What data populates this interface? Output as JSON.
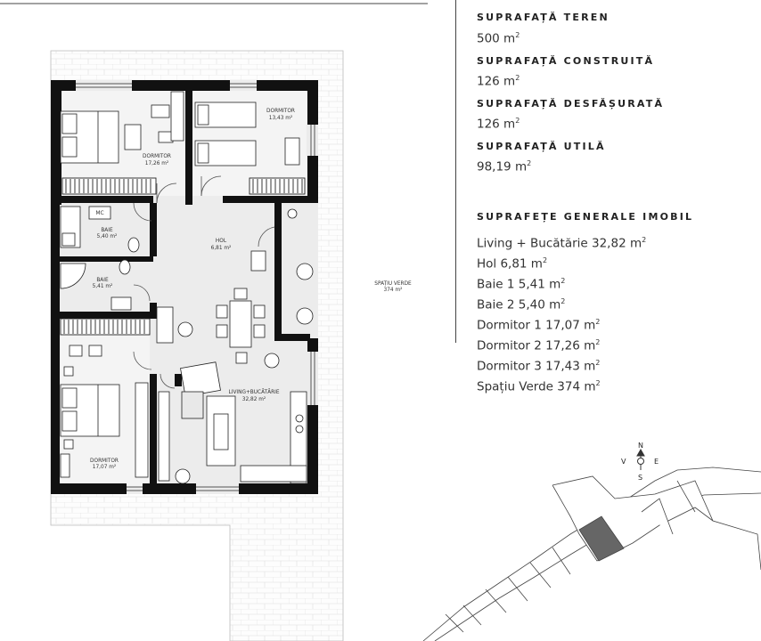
{
  "summary": [
    {
      "label": "SUPRAFAȚĂ TEREN",
      "value": "500 m",
      "unit_sup": "2"
    },
    {
      "label": "SUPRAFAȚĂ CONSTRUITĂ",
      "value": "126 m",
      "unit_sup": "2"
    },
    {
      "label": "SUPRAFAȚĂ DESFĂȘURATĂ",
      "value": "126 m",
      "unit_sup": "2"
    },
    {
      "label": "SUPRAFAȚĂ UTILĂ",
      "value": "98,19 m",
      "unit_sup": "2"
    }
  ],
  "areas_title": "SUPRAFEȚE GENERALE IMOBIL",
  "areas": [
    {
      "text": "Living + Bucătărie 32,82 m",
      "sup": "2"
    },
    {
      "text": "Hol 6,81 m",
      "sup": "2"
    },
    {
      "text": "Baie 1 5,41 m",
      "sup": "2"
    },
    {
      "text": "Baie 2 5,40 m",
      "sup": "2"
    },
    {
      "text": "Dormitor 1  17,07  m",
      "sup": "2"
    },
    {
      "text": "Dormitor 2 17,26  m",
      "sup": "2"
    },
    {
      "text": "Dormitor 3 17,43  m",
      "sup": "2"
    },
    {
      "text": "Spațiu Verde 374 m",
      "sup": "2"
    }
  ],
  "rooms": {
    "dormitor_top_left": {
      "name": "DORMITOR",
      "area": "17,26 m²"
    },
    "dormitor_top_right": {
      "name": "DORMITOR",
      "area": "13,43 m²"
    },
    "baie_1": {
      "name": "BAIE",
      "area": "5,40 m²"
    },
    "baie_2": {
      "name": "BAIE",
      "area": "5,41 m²"
    },
    "hol": {
      "name": "HOL",
      "area": "6,81 m²"
    },
    "dormitor_bottom": {
      "name": "DORMITOR",
      "area": "17,07 m²"
    },
    "living": {
      "name": "LIVING+BUCĂTĂRIE",
      "area": "32,82 m²"
    },
    "spatiu_verde": {
      "name": "SPAȚIU VERDE",
      "area": "374 m²"
    },
    "mc": "MC"
  },
  "compass": {
    "n": "N",
    "s": "S",
    "e": "E",
    "v": "V"
  },
  "colors": {
    "wall": "#111111",
    "floor": "#e9e9e9",
    "garden": "#ffffff",
    "grid": "#cfcfcf",
    "highlight": "#666666"
  }
}
